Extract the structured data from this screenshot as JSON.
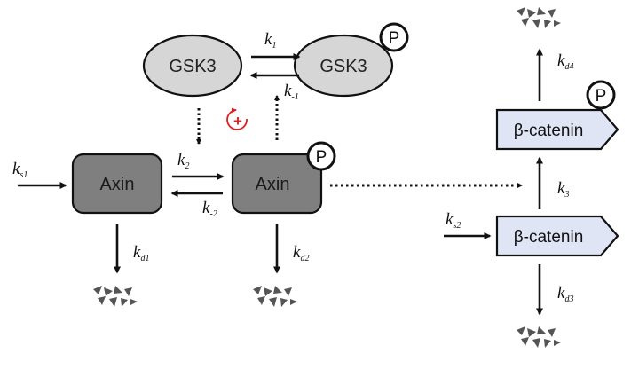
{
  "nodes": {
    "gsk3": "GSK3",
    "gsk3_p": "GSK3",
    "axin": "Axin",
    "axin_p": "Axin",
    "bcat": "β-catenin",
    "bcat_p": "β-catenin"
  },
  "phospho_label": "P",
  "positive_feedback_label": "+",
  "rates": {
    "k1": {
      "main": "k",
      "sub": "1"
    },
    "km1": {
      "main": "k",
      "sub": "-1"
    },
    "k2": {
      "main": "k",
      "sub": "2"
    },
    "km2": {
      "main": "k",
      "sub": "-2"
    },
    "ks1": {
      "main": "k",
      "sub": "s1"
    },
    "ks2": {
      "main": "k",
      "sub": "s2"
    },
    "kd1": {
      "main": "k",
      "sub": "d1"
    },
    "kd2": {
      "main": "k",
      "sub": "d2"
    },
    "kd3": {
      "main": "k",
      "sub": "d3"
    },
    "kd4": {
      "main": "k",
      "sub": "d4"
    },
    "k3": {
      "main": "k",
      "sub": "3"
    }
  },
  "colors": {
    "gsk3_fill": "#d6d6d6",
    "axin_fill": "#7f7f7f",
    "bcat_fill": "#dfe5f5",
    "feedback": "#e02020",
    "stroke": "#111111",
    "debris": "#555555"
  }
}
